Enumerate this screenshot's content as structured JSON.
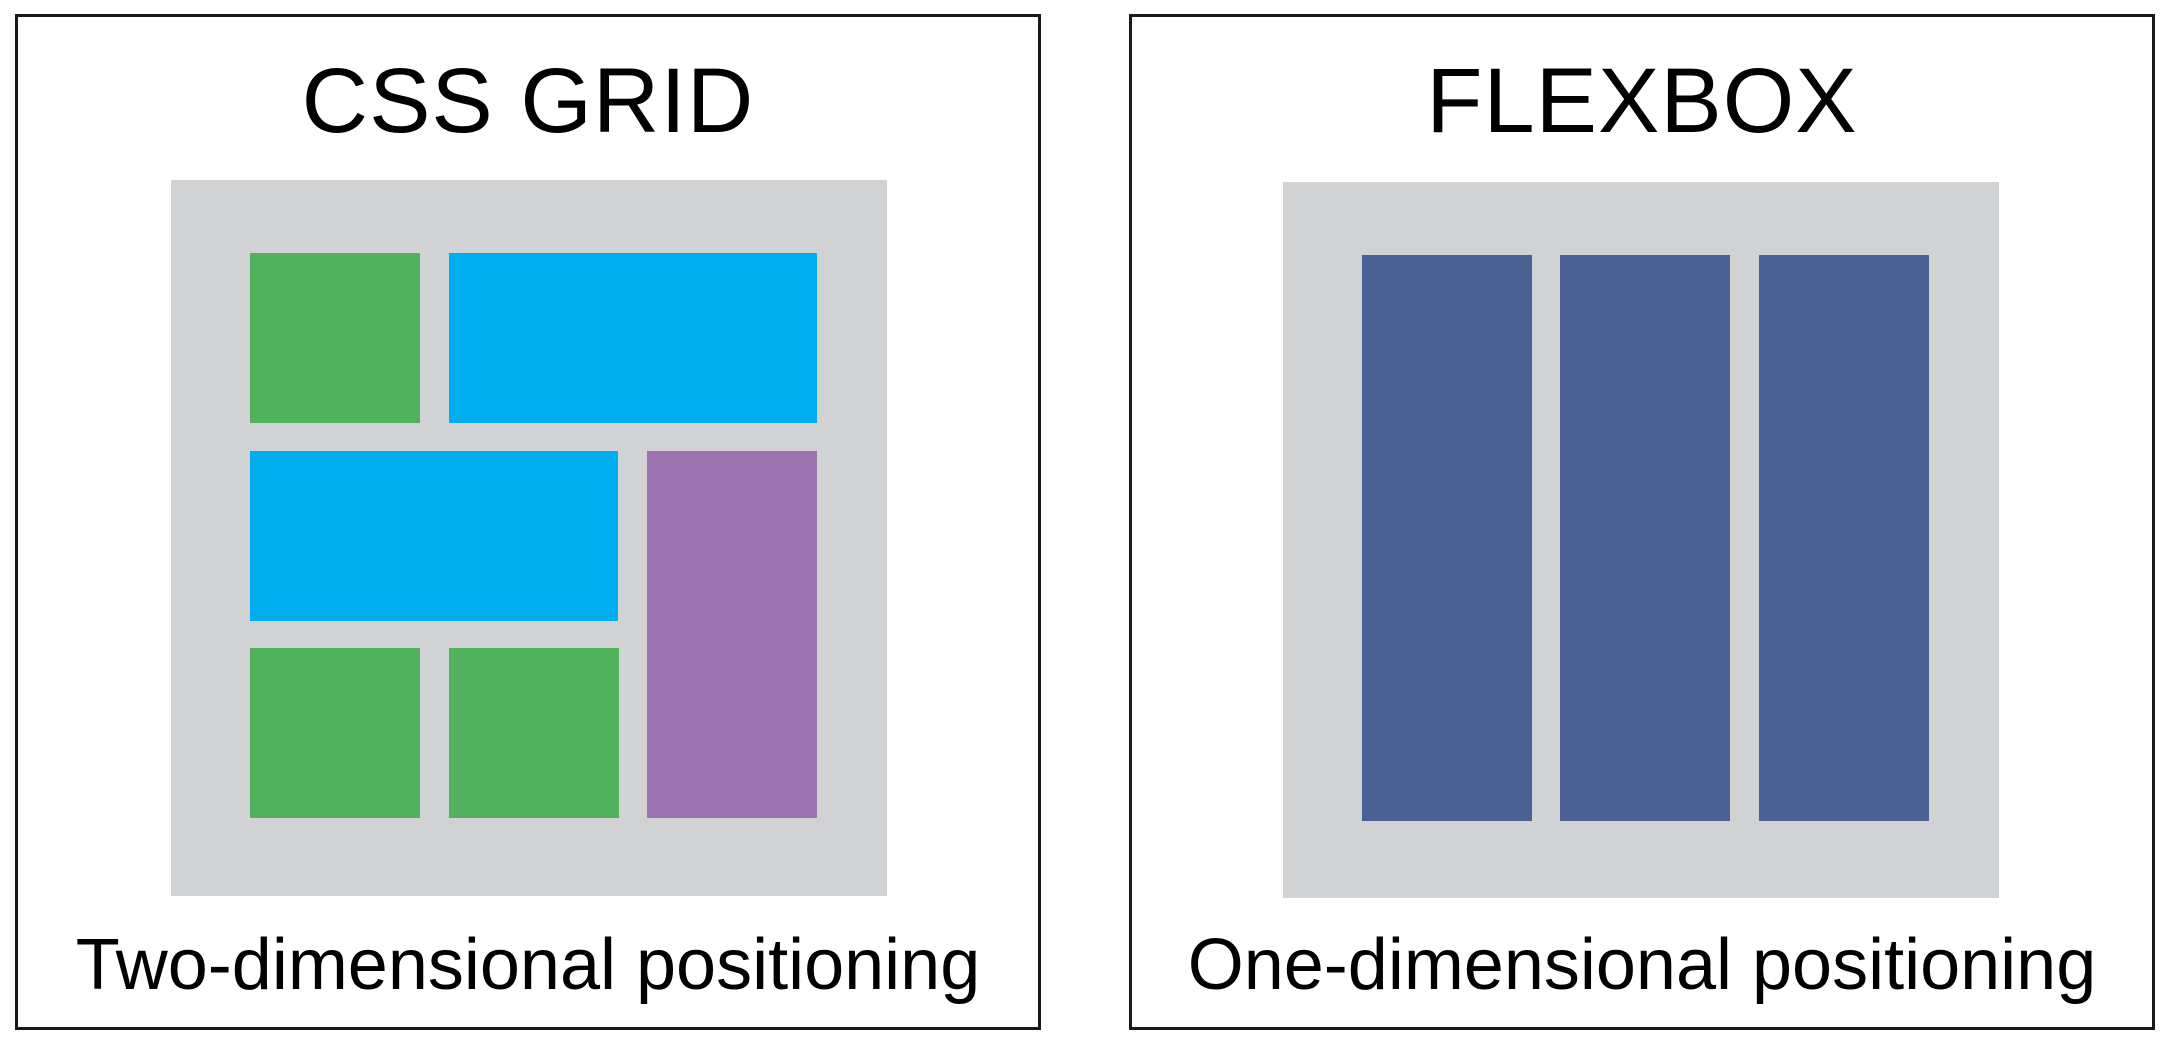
{
  "grid_panel": {
    "title": "CSS GRID",
    "caption": "Two-dimensional positioning"
  },
  "flex_panel": {
    "title": "FLEXBOX",
    "caption": "One-dimensional positioning"
  },
  "colors": {
    "container": "#d1d2d4",
    "green": "#50b25c",
    "blue": "#00aeef",
    "purple": "#9b74af",
    "navy": "#4a6194",
    "border": "#1a1a1a"
  }
}
